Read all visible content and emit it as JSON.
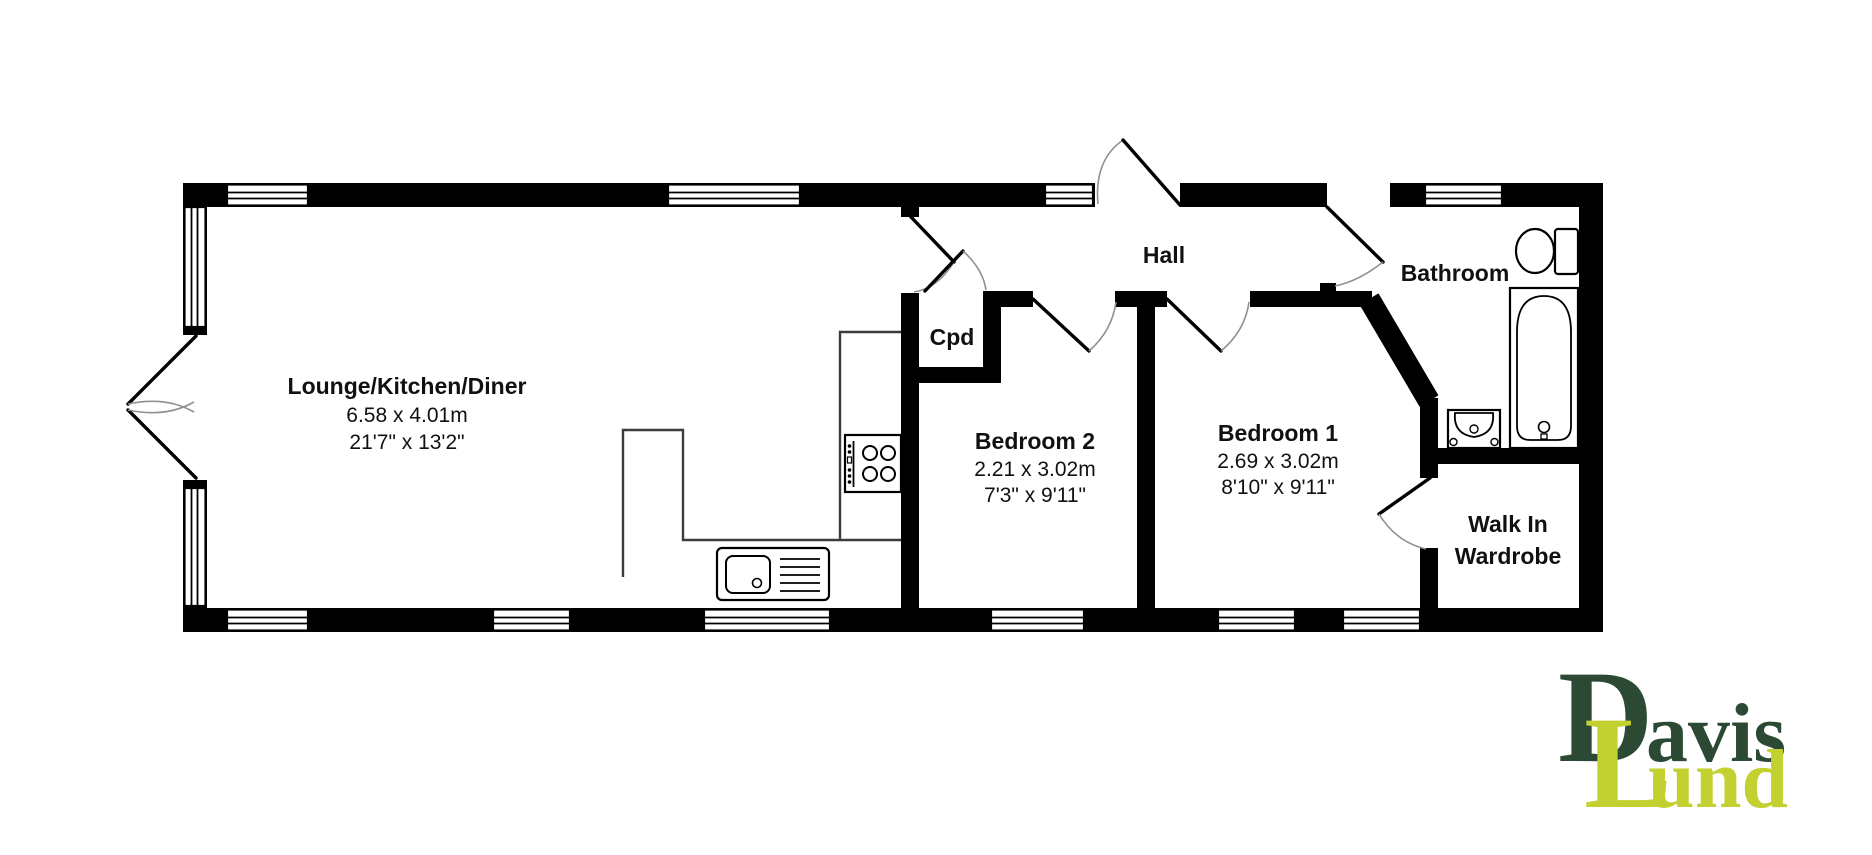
{
  "labels": {
    "lounge": {
      "title": "Lounge/Kitchen/Diner",
      "metric": "6.58 x 4.01m",
      "imperial": "21'7\" x 13'2\""
    },
    "hall": {
      "title": "Hall"
    },
    "cpd": {
      "title": "Cpd"
    },
    "bedroom2": {
      "title": "Bedroom 2",
      "metric": "2.21 x 3.02m",
      "imperial": "7'3\" x 9'11\""
    },
    "bedroom1": {
      "title": "Bedroom 1",
      "metric": "2.69 x 3.02m",
      "imperial": "8'10\" x 9'11\""
    },
    "bathroom": {
      "title": "Bathroom"
    },
    "walk_in_wardrobe": {
      "line1": "Walk In",
      "line2": "Wardrobe"
    }
  },
  "logo": {
    "part1": "D",
    "part2": "avis",
    "part3": "L",
    "part4": "und",
    "color_dark": "#2c4a33",
    "color_light": "#c2d12f"
  },
  "colors": {
    "walls": "#000000",
    "background": "#ffffff",
    "door_arc": "#909090"
  }
}
